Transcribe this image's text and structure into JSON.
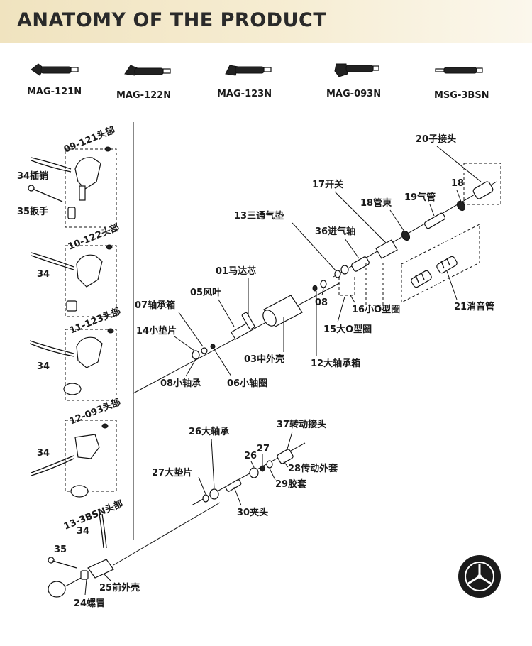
{
  "header": {
    "title": "ANATOMY OF THE PRODUCT"
  },
  "models": [
    {
      "label": "MAG-121N"
    },
    {
      "label": "MAG-122N"
    },
    {
      "label": "MAG-123N"
    },
    {
      "label": "MAG-093N"
    },
    {
      "label": "MSG-3BSN"
    }
  ],
  "heads": {
    "h09": "09-121头部",
    "h10": "10-122头部",
    "h11": "11-123头部",
    "h12": "12-093头部",
    "h13": "13-3BSN头部"
  },
  "parts": {
    "p34a": "34插销",
    "p35a": "35扳手",
    "p34b": "34",
    "p34c": "34",
    "p34d": "34",
    "p34e": "34",
    "p35b": "35",
    "p24": "24螺冒",
    "p25": "25前外壳",
    "p07": "07轴承箱",
    "p14": "14小垫片",
    "p08a": "08小轴承",
    "p06": "06小轴圈",
    "p05": "05风叶",
    "p01": "01马达芯",
    "p03": "03中外壳",
    "p13": "13三通气垫",
    "p08b": "08",
    "p12": "12大轴承箱",
    "p36": "36进气轴",
    "p17": "17开关",
    "p18a": "18管束",
    "p19": "19气管",
    "p18b": "18",
    "p20": "20子接头",
    "p16": "16小O型圈",
    "p15": "15大O型圈",
    "p21": "21消音管",
    "p26a": "26大轴承",
    "p37": "37转动接头",
    "p26b": "26",
    "p27a": "27",
    "p28": "28传动外套",
    "p29": "29胶套",
    "p27b": "27大垫片",
    "p30": "30夹头"
  }
}
